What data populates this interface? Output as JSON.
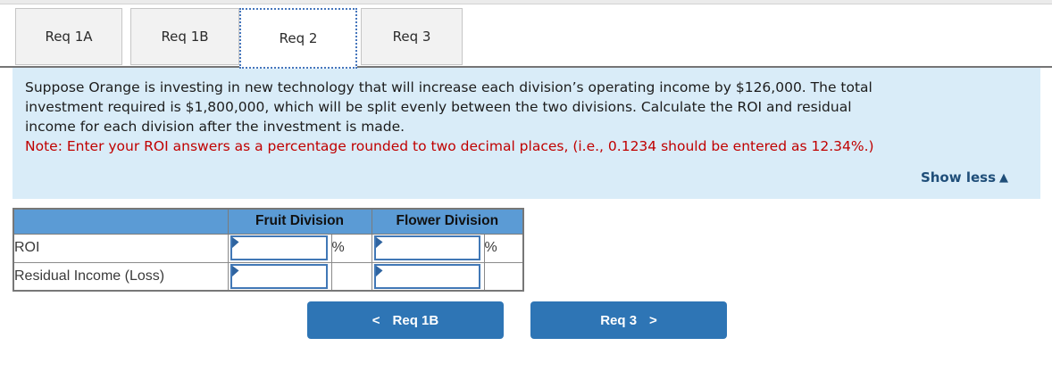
{
  "tabs": [
    {
      "label": "Req 1A",
      "active": false
    },
    {
      "label": "Req 1B",
      "active": false
    },
    {
      "label": "Req 2",
      "active": true
    },
    {
      "label": "Req 3",
      "active": false
    }
  ],
  "instructions": {
    "lines": [
      "Suppose Orange is investing in new technology that will increase each division’s operating income by $126,000. The total",
      "investment required is $1,800,000, which will be split evenly between the two divisions. Calculate the ROI and residual",
      "income for each division after the investment is made."
    ],
    "note": "Note: Enter your ROI answers as a percentage rounded to two decimal places, (i.e., 0.1234 should be entered as 12.34%.)",
    "show_less": {
      "label": "Show less",
      "icon": "▲"
    }
  },
  "table": {
    "columns": [
      {
        "label": "Fruit Division"
      },
      {
        "label": "Flower Division"
      }
    ],
    "rows": [
      {
        "label": "ROI",
        "fruit": {
          "value": "",
          "unit": "%"
        },
        "flower": {
          "value": "",
          "unit": "%"
        }
      },
      {
        "label": "Residual Income (Loss)",
        "fruit": {
          "value": "",
          "unit": ""
        },
        "flower": {
          "value": "",
          "unit": ""
        }
      }
    ]
  },
  "nav_buttons": {
    "prev": {
      "chevron": "<",
      "label": "Req 1B"
    },
    "next": {
      "label": "Req 3",
      "chevron": ">"
    }
  },
  "colors": {
    "panel_bg": "#d9ecf8",
    "table_header_bg": "#5b9bd5",
    "button_bg": "#2e75b5",
    "input_border": "#4178b6",
    "note_red": "#c00000",
    "link_navy": "#1f4e79",
    "tab_bg": "#f2f2f2",
    "active_tab_dotted_border": "#4676bc"
  }
}
